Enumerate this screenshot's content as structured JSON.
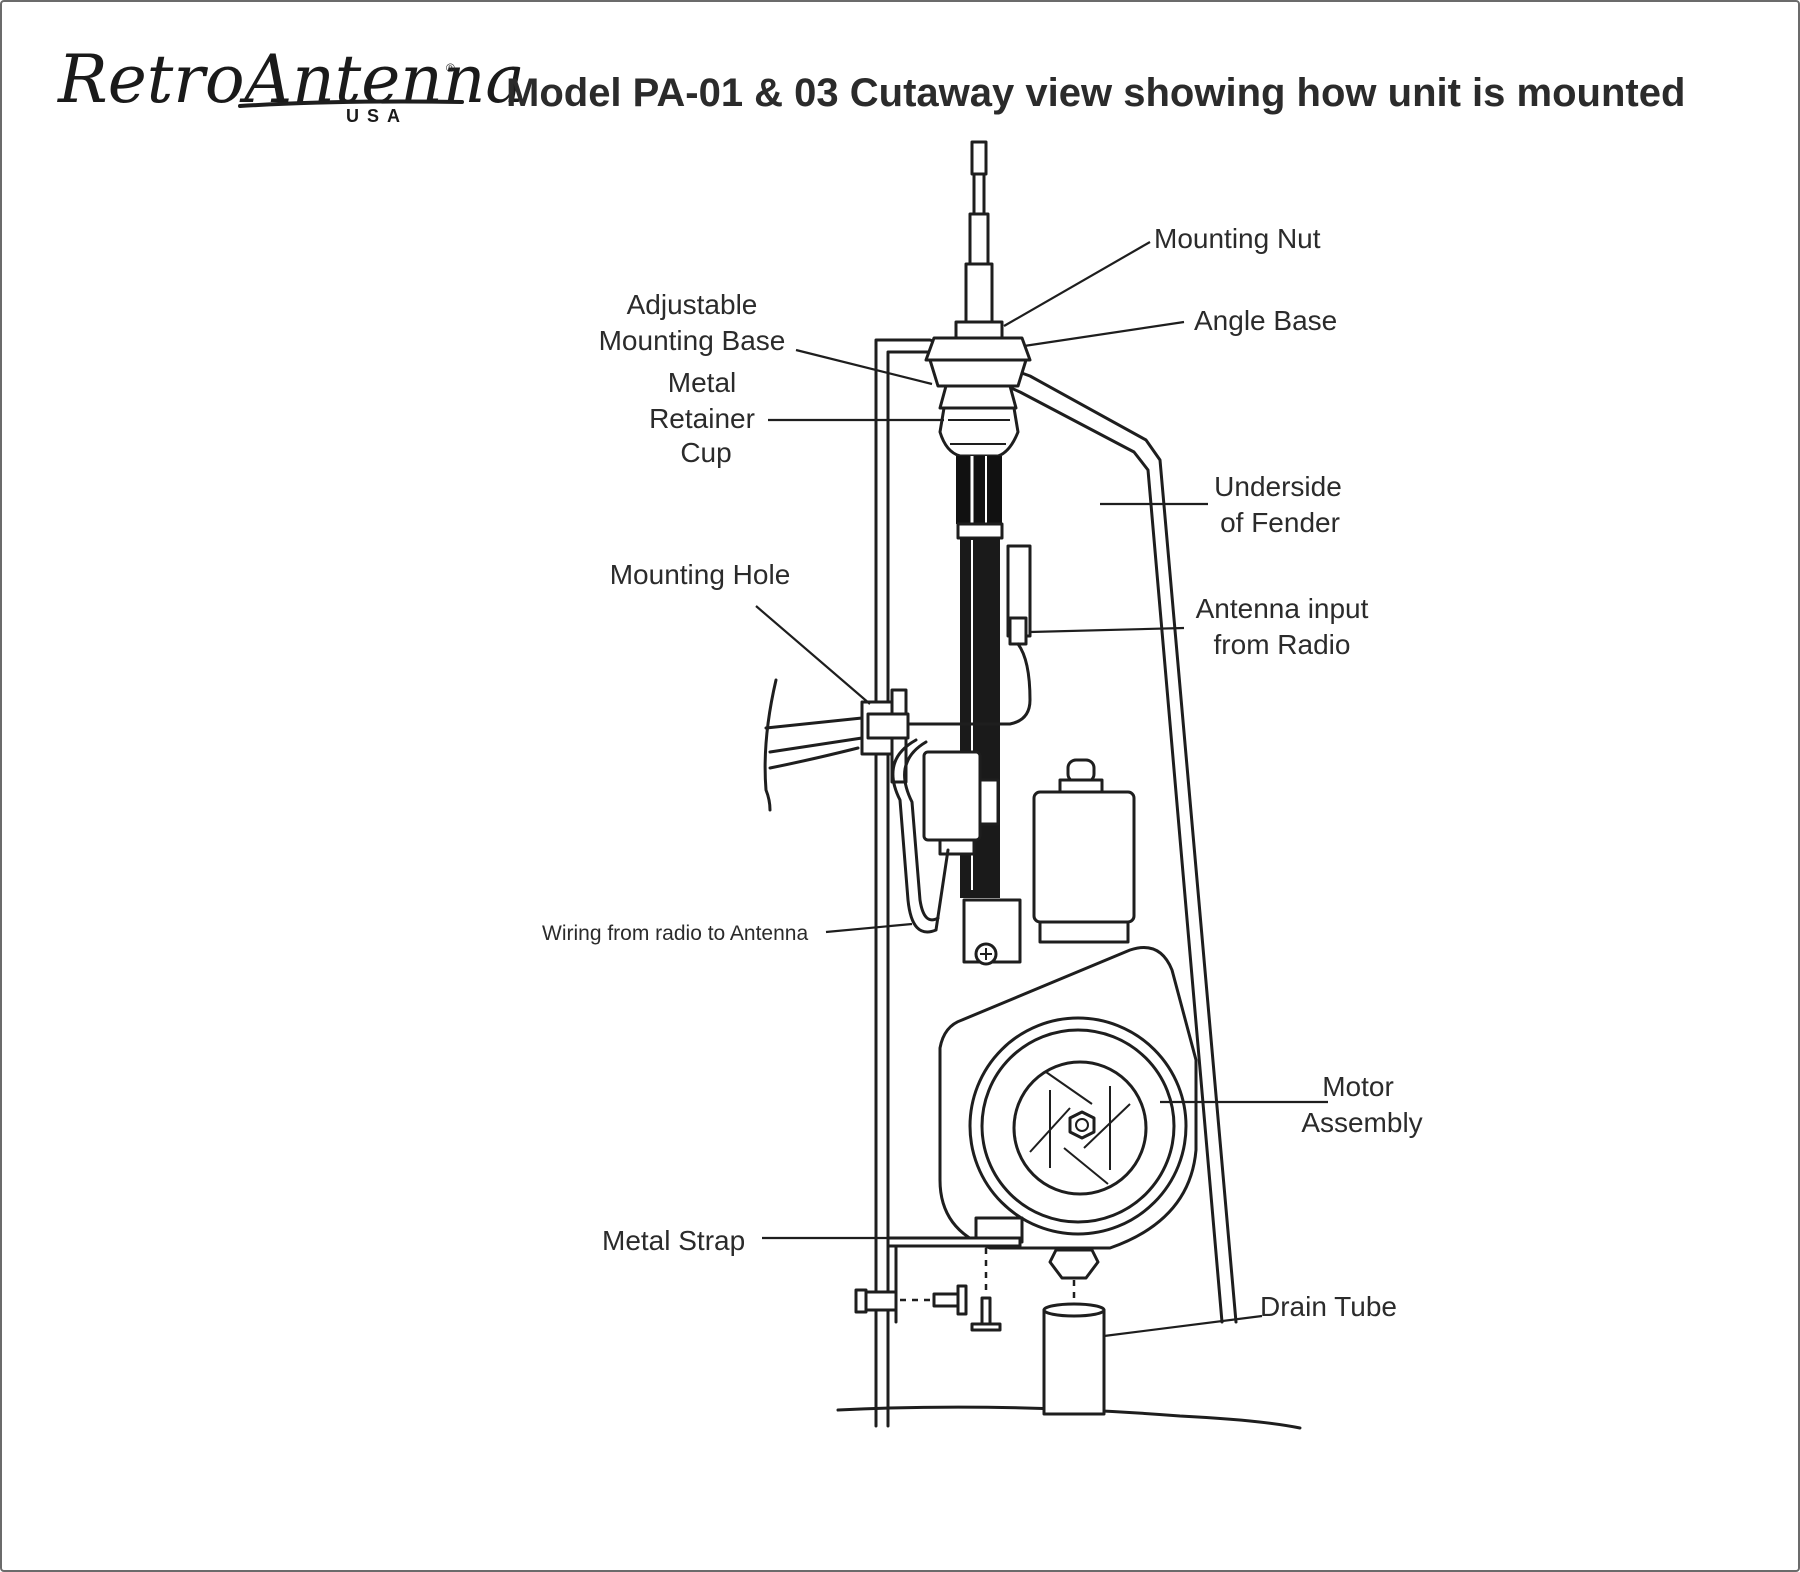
{
  "logo": {
    "text": "RetroAntenna",
    "sub": "USA",
    "mark": "®"
  },
  "title": "Model PA-01 & 03 Cutaway view showing how unit is mounted",
  "labels": {
    "mounting_nut": "Mounting Nut",
    "angle_base": "Angle Base",
    "adjustable_mounting_base": [
      "Adjustable",
      "Mounting Base"
    ],
    "metal_retainer_cup": [
      "Metal",
      "Retainer",
      "Cup"
    ],
    "underside_of_fender": [
      "Underside",
      "of Fender"
    ],
    "mounting_hole": "Mounting Hole",
    "antenna_input_from_radio": [
      "Antenna input",
      "from Radio"
    ],
    "wiring_from_radio": "Wiring from radio to Antenna",
    "motor_assembly": [
      "Motor",
      "Assembly"
    ],
    "metal_strap": "Metal Strap",
    "drain_tube": "Drain Tube"
  }
}
